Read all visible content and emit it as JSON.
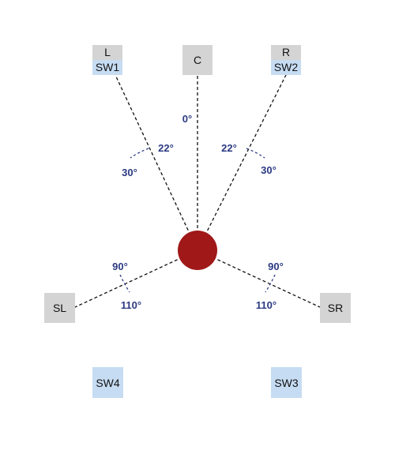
{
  "colors": {
    "speaker_box": "#d4d4d4",
    "subwoofer_box": "#c6dcf2",
    "listener": "#a01818",
    "angle_text": "#2b3a82",
    "line": "#111111"
  },
  "speakers": {
    "left": "L",
    "center": "C",
    "right": "R",
    "surround_left": "SL",
    "surround_right": "SR"
  },
  "subwoofers": {
    "sw1": "SW1",
    "sw2": "SW2",
    "sw3": "SW3",
    "sw4": "SW4"
  },
  "angles": {
    "center": "0°",
    "left_inner": "22°",
    "left_outer": "30°",
    "right_inner": "22°",
    "right_outer": "30°",
    "surround_left_inner": "90°",
    "surround_left_outer": "110°",
    "surround_right_inner": "90°",
    "surround_right_outer": "110°"
  }
}
